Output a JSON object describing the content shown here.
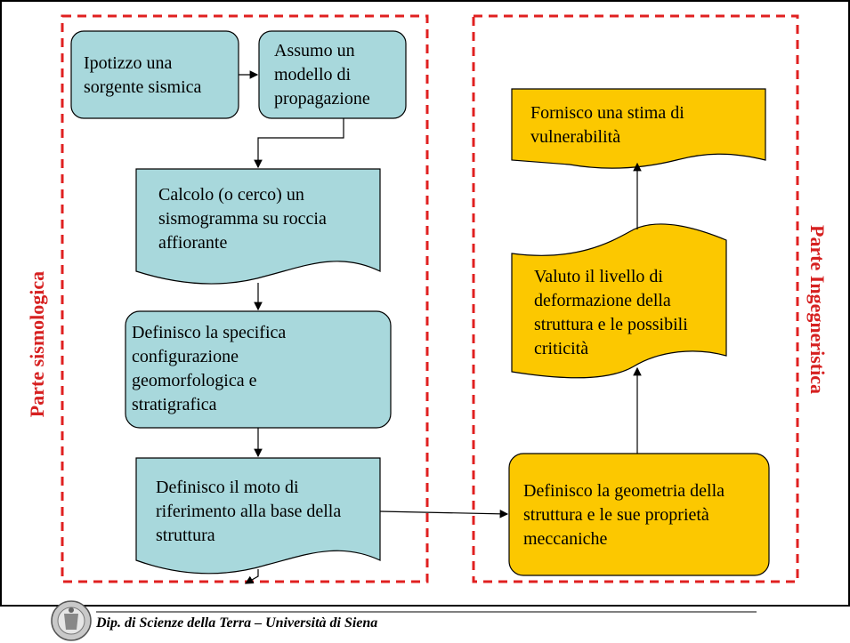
{
  "sections": {
    "left_label": "Parte sismologica",
    "right_label": "Parte Ingegneristica"
  },
  "nodes": {
    "n1": "Ipotizzo una sorgente sismica",
    "n2": "Assumo un modello di propagazione",
    "n3": "Calcolo (o cerco) un sismogramma su roccia affiorante",
    "n4": "Definisco la specifica configurazione geomorfologica e stratigrafica",
    "n5": "Definisco il moto di riferimento alla base della struttura",
    "n6": "Definisco la geometria della struttura e le sue proprietà meccaniche",
    "n7": "Valuto il livello di deformazione della struttura e le possibili criticità",
    "n8": "Fornisco una stima di vulnerabilità"
  },
  "footer": {
    "text": "Dip. di Scienze della Terra  – Università di Siena",
    "logo_icon": "university-seal-icon"
  },
  "colors": {
    "seismic_fill": "#a8d8dc",
    "engineering_fill": "#fcc800",
    "dashed_border": "#e02020",
    "label_color": "#d62020"
  }
}
